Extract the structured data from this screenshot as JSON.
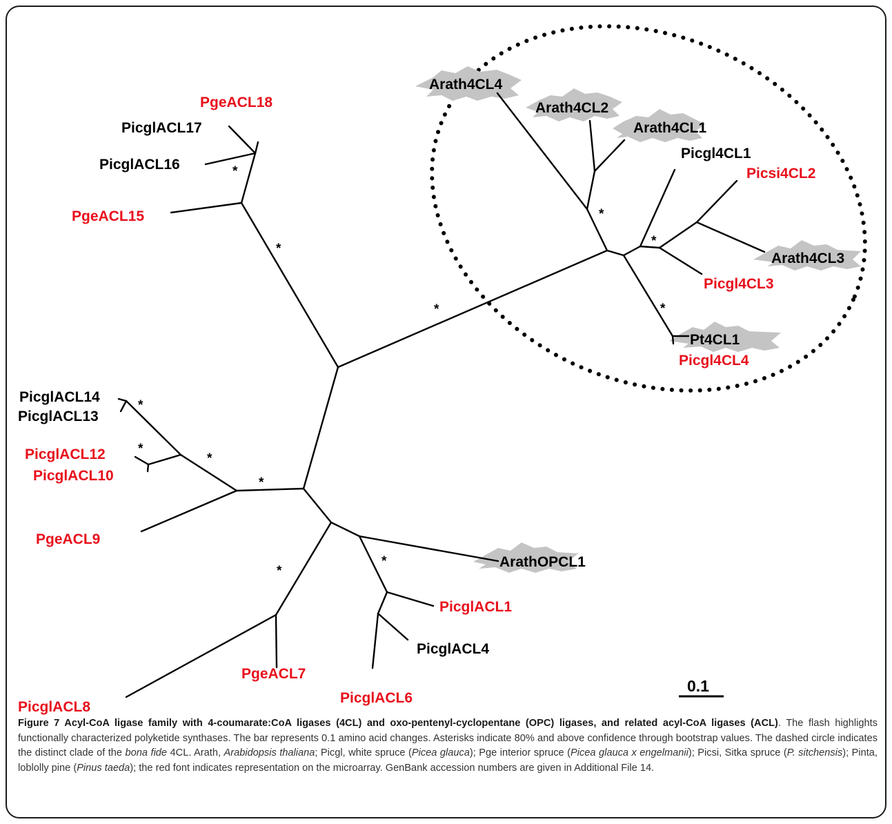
{
  "colors": {
    "highlight": "#e8101c",
    "default": "#000000",
    "flash": "#c4c4c4"
  },
  "asterisk": "*",
  "scale_bar": {
    "label": "0.1"
  },
  "leaves": [
    {
      "id": "arath4cl4",
      "text": "Arath4CL4",
      "color": "default",
      "flash": true
    },
    {
      "id": "arath4cl2",
      "text": "Arath4CL2",
      "color": "default",
      "flash": true
    },
    {
      "id": "arath4cl1",
      "text": "Arath4CL1",
      "color": "default",
      "flash": true
    },
    {
      "id": "picgl4cl1",
      "text": "Picgl4CL1",
      "color": "default",
      "flash": false
    },
    {
      "id": "picsi4cl2",
      "text": "Picsi4CL2",
      "color": "highlight",
      "flash": false
    },
    {
      "id": "arath4cl3",
      "text": "Arath4CL3",
      "color": "default",
      "flash": true
    },
    {
      "id": "picgl4cl3",
      "text": "Picgl4CL3",
      "color": "highlight",
      "flash": false
    },
    {
      "id": "pt4cl1",
      "text": "Pt4CL1",
      "color": "default",
      "flash": true
    },
    {
      "id": "picgl4cl4",
      "text": "Picgl4CL4",
      "color": "highlight",
      "flash": false
    },
    {
      "id": "pgeacl18",
      "text": "PgeACL18",
      "color": "highlight",
      "flash": false
    },
    {
      "id": "picglacl17",
      "text": "PicglACL17",
      "color": "default",
      "flash": false
    },
    {
      "id": "picglacl16",
      "text": "PicglACL16",
      "color": "default",
      "flash": false
    },
    {
      "id": "pgeacl15",
      "text": "PgeACL15",
      "color": "highlight",
      "flash": false
    },
    {
      "id": "picglacl14",
      "text": "PicglACL14",
      "color": "default",
      "flash": false
    },
    {
      "id": "picglacl13",
      "text": "PicglACL13",
      "color": "default",
      "flash": false
    },
    {
      "id": "picglacl12",
      "text": "PicglACL12",
      "color": "highlight",
      "flash": false
    },
    {
      "id": "picglacl10",
      "text": "PicglACL10",
      "color": "highlight",
      "flash": false
    },
    {
      "id": "pgeacl9",
      "text": "PgeACL9",
      "color": "highlight",
      "flash": false
    },
    {
      "id": "arathopcl1",
      "text": "ArathOPCL1",
      "color": "default",
      "flash": true
    },
    {
      "id": "picglacl1",
      "text": "PicglACL1",
      "color": "highlight",
      "flash": false
    },
    {
      "id": "picglacl4",
      "text": "PicglACL4",
      "color": "default",
      "flash": false
    },
    {
      "id": "pgeacl7",
      "text": "PgeACL7",
      "color": "highlight",
      "flash": false
    },
    {
      "id": "picglacl6",
      "text": "PicglACL6",
      "color": "highlight",
      "flash": false
    },
    {
      "id": "picglacl8",
      "text": "PicglACL8",
      "color": "highlight",
      "flash": false
    }
  ],
  "caption": {
    "title": "Figure 7 Acyl-CoA ligase family with 4-coumarate:CoA ligases (4CL) and oxo-pentenyl-cyclopentane (OPC) ligases, and related acyl-CoA ligases (ACL)",
    "p1": ". The flash highlights functionally characterized polyketide synthases. The bar represents 0.1 amino acid changes. Asterisks indicate 80% and above confidence through bootstrap values. The dashed circle indicates the distinct clade of the ",
    "i1": "bona fide",
    "p2": " 4CL. Arath, ",
    "i2": "Arabidopsis thaliana",
    "p3": "; Picgl, white spruce (",
    "i3": "Picea glauca",
    "p4": "); Pge interior spruce (",
    "i4": "Picea glauca x engelmanii",
    "p5": "); Picsi, Sitka spruce (",
    "i5": "P. sitchensis",
    "p6": "); Pinta, loblolly pine (",
    "i6": "Pinus taeda",
    "p7": "); the red font indicates representation on the microarray. GenBank accession numbers are given in Additional File 14."
  }
}
